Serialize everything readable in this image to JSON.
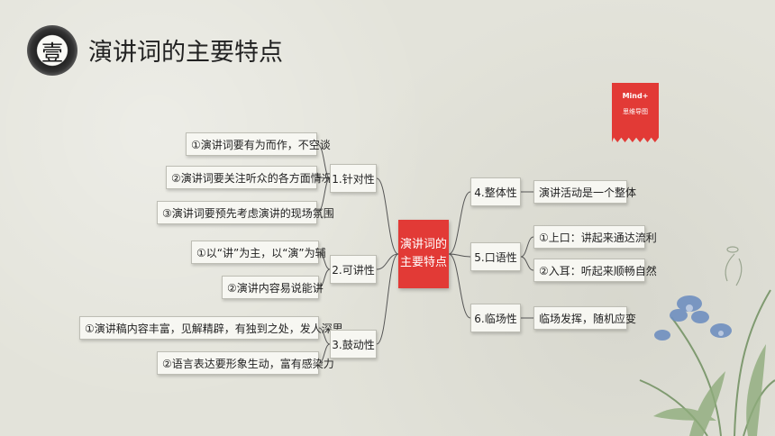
{
  "header": {
    "badge": "壹",
    "title": "演讲词的主要特点"
  },
  "logo": {
    "line1": "Mind+",
    "line2": "思维导图"
  },
  "center": {
    "line1": "演讲词的",
    "line2": "主要特点"
  },
  "branches": {
    "b1": {
      "label": "1.针对性",
      "leaves": [
        "①演讲词要有为而作，不空谈",
        "②演讲词要关注听众的各方面情况",
        "③演讲词要预先考虑演讲的现场氛围"
      ]
    },
    "b2": {
      "label": "2.可讲性",
      "leaves": [
        "①以“讲”为主，以“演”为辅",
        "②演讲内容易说能讲"
      ]
    },
    "b3": {
      "label": "3.鼓动性",
      "leaves": [
        "①演讲稿内容丰富，见解精辟，有独到之处，发人深思",
        "②语言表达要形象生动，富有感染力"
      ]
    },
    "b4": {
      "label": "4.整体性",
      "leaves": [
        "演讲活动是一个整体"
      ]
    },
    "b5": {
      "label": "5.口语性",
      "leaves": [
        "①上口：讲起来通达流利",
        "②入耳：听起来顺畅自然"
      ]
    },
    "b6": {
      "label": "6.临场性",
      "leaves": [
        "临场发挥，随机应变"
      ]
    }
  }
}
